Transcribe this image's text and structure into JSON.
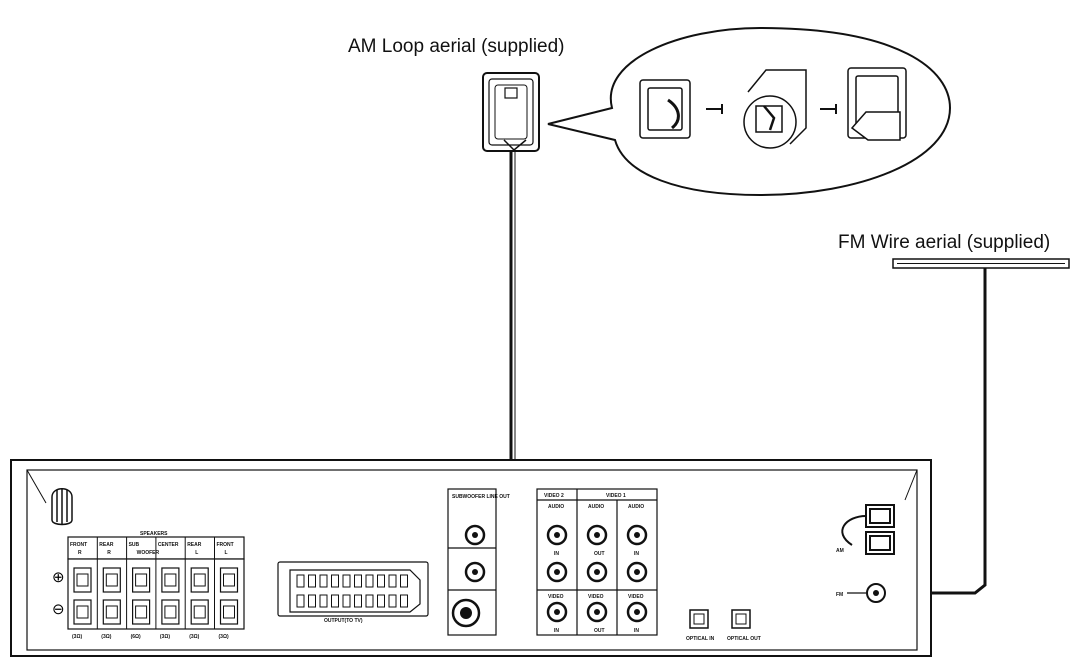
{
  "labels": {
    "am_aerial": "AM Loop aerial (supplied)",
    "fm_aerial": "FM Wire aerial (supplied)"
  },
  "panel": {
    "speakers_header": "SPEAKERS",
    "speaker_channels": [
      {
        "name": "FRONT",
        "side": "R",
        "impedance": "(3Ω)"
      },
      {
        "name": "REAR",
        "side": "R",
        "impedance": "(3Ω)"
      },
      {
        "name": "SUB",
        "side": "WOOFER",
        "impedance": "(6Ω)"
      },
      {
        "name": "CENTER",
        "side": "",
        "impedance": "(3Ω)"
      },
      {
        "name": "REAR",
        "side": "L",
        "impedance": "(3Ω)"
      },
      {
        "name": "FRONT",
        "side": "L",
        "impedance": "(3Ω)"
      }
    ],
    "plus_sign": "⊕",
    "minus_sign": "⊖",
    "scart_label": "OUTPUT(TO TV)",
    "subwoofer_label": "SUBWOOFER LINE OUT",
    "video2_header": "VIDEO 2",
    "video1_header": "VIDEO 1",
    "audio_label": "AUDIO",
    "video_label": "VIDEO",
    "in_label": "IN",
    "out_label": "OUT",
    "optical_in": "OPTICAL IN",
    "optical_out": "OPTICAL OUT",
    "fm_jack": "FM",
    "am_terminal": "AM"
  }
}
